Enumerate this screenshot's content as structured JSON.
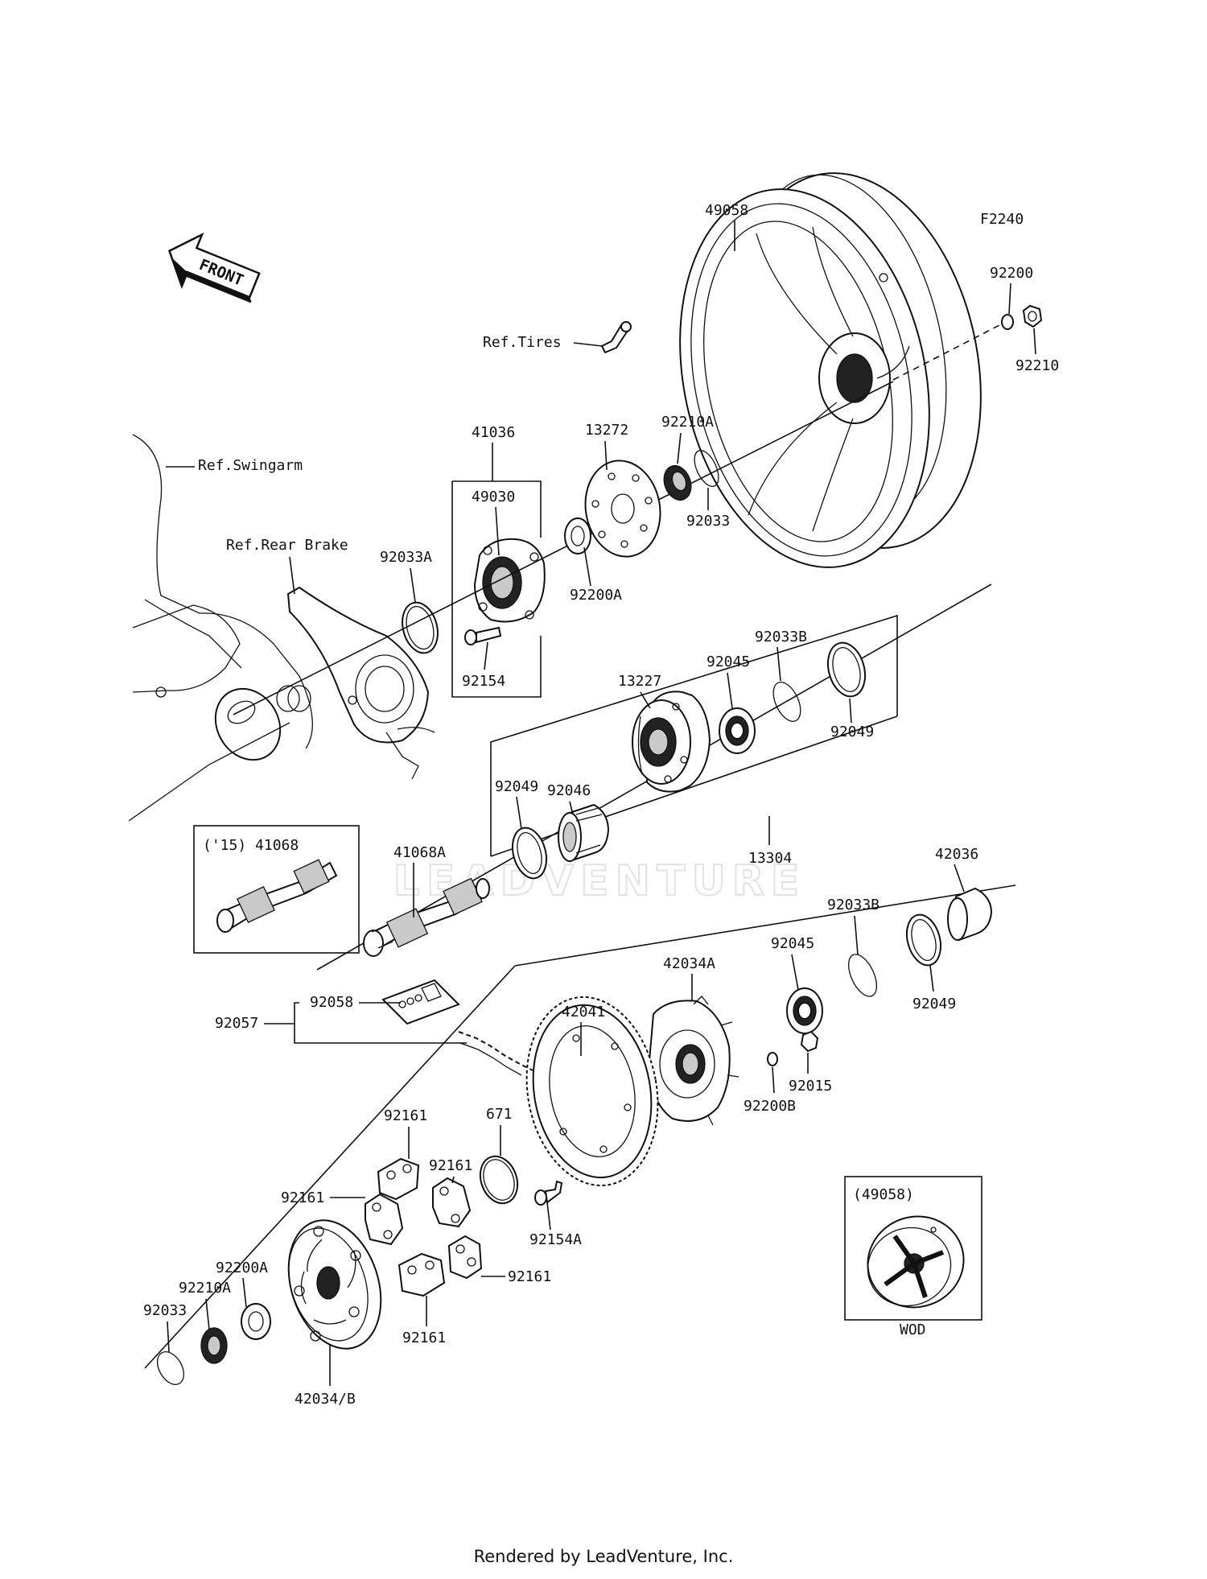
{
  "diagram_code": "F2240",
  "front_label": "FRONT",
  "watermark": "LEADVENTURE",
  "footer": "Rendered by LeadVenture, Inc.",
  "refs": {
    "tires": "Ref.Tires",
    "swingarm": "Ref.Swingarm",
    "rear_brake": "Ref.Rear Brake"
  },
  "inset_41068": {
    "title": "('15) 41068"
  },
  "inset_49058": {
    "title": "(49058)",
    "caption": "WOD"
  },
  "parts": {
    "p49058": "49058",
    "p92200": "92200",
    "p92210": "92210",
    "p41036": "41036",
    "p13272": "13272",
    "p92210A": "92210A",
    "p49030": "49030",
    "p92033": "92033",
    "p92033A": "92033A",
    "p92200A": "92200A",
    "p92154": "92154",
    "p92033B": "92033B",
    "p92045": "92045",
    "p13227": "13227",
    "p92049": "92049",
    "p92046": "92046",
    "p92049b": "92049",
    "p13304": "13304",
    "p41068A": "41068A",
    "p42036": "42036",
    "p92033B2": "92033B",
    "p92045b": "92045",
    "p42034A": "42034A",
    "p92049c": "92049",
    "p92058": "92058",
    "p92057": "92057",
    "p42041": "42041",
    "p92015": "92015",
    "p92200B": "92200B",
    "p92161a": "92161",
    "p671": "671",
    "p92161b": "92161",
    "p92161c": "92161",
    "p92154A": "92154A",
    "p92200A2": "92200A",
    "p92210A2": "92210A",
    "p92033b": "92033",
    "p92161d": "92161",
    "p42034B": "42034/B",
    "p92161e": "92161"
  }
}
